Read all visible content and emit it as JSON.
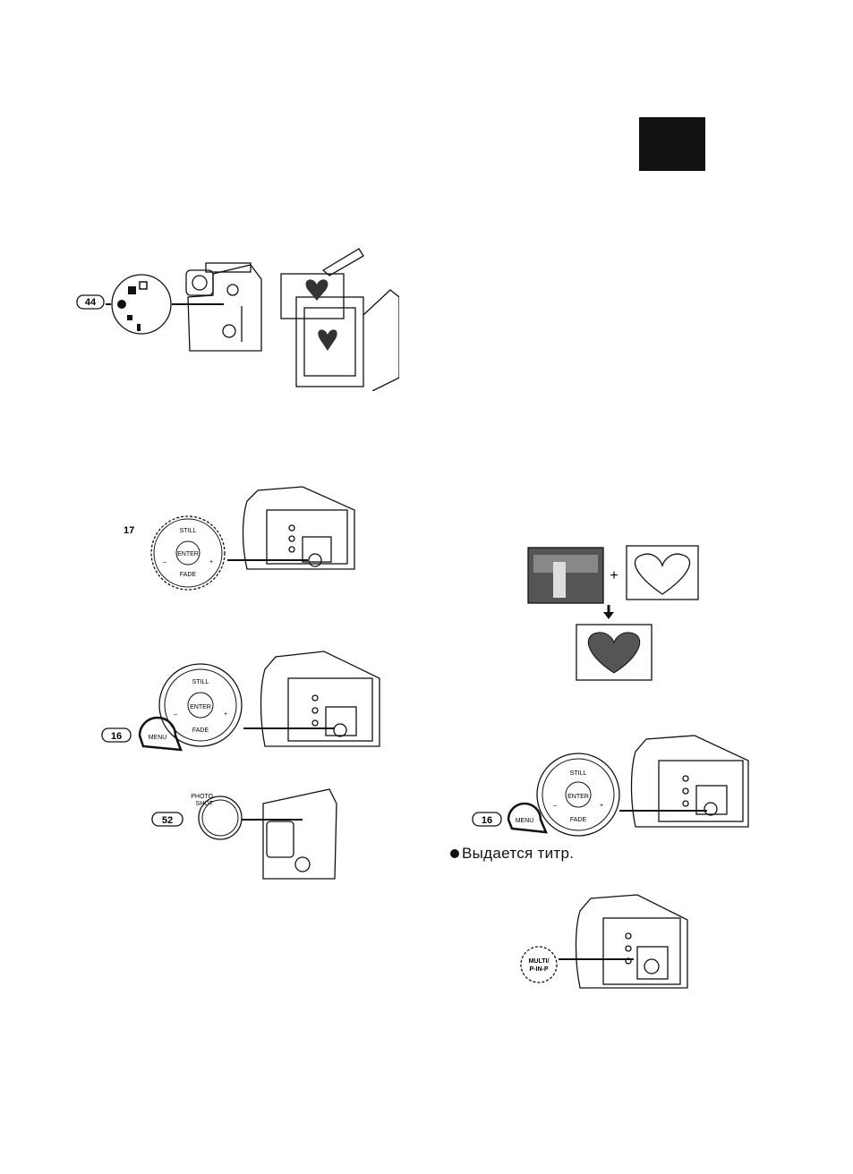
{
  "page": {
    "section_tab_color": "#111111"
  },
  "figures": {
    "mode_dial": {
      "ref": "44"
    },
    "playback_pad_still": {
      "ref": "17",
      "still": "STILL",
      "enter": "ENTER",
      "fade": "FADE",
      "minus": "–",
      "plus": "+"
    },
    "menu_pad_left": {
      "ref": "16",
      "menu": "MENU",
      "still": "STILL",
      "enter": "ENTER",
      "fade": "FADE",
      "minus": "–",
      "plus": "+"
    },
    "photo_shot": {
      "ref": "52",
      "line1": "PHOTO",
      "line2": "SHOT"
    },
    "composite": {
      "plus": "+"
    },
    "menu_pad_right": {
      "ref": "16",
      "menu": "MENU",
      "still": "STILL",
      "enter": "ENTER",
      "fade": "FADE",
      "minus": "–",
      "plus": "+"
    },
    "multi_pinp": {
      "line1": "MULTI/",
      "line2": "P-IN-P"
    }
  },
  "caption": {
    "text": "Выдается титр."
  }
}
